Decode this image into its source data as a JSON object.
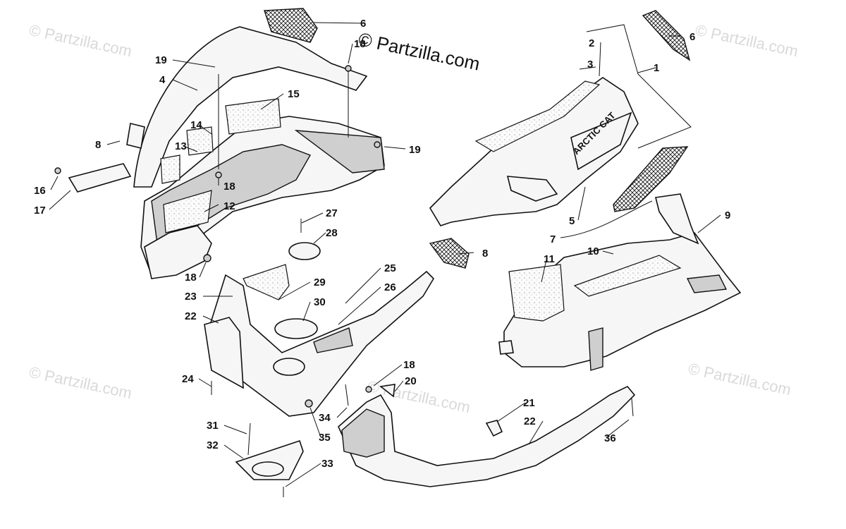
{
  "brand": "© Partzilla.com",
  "watermark": "© Partzilla.com",
  "decal_text": "ARCTIC CAT",
  "callouts": [
    {
      "id": "c1",
      "label": "1"
    },
    {
      "id": "c2",
      "label": "2"
    },
    {
      "id": "c3",
      "label": "3"
    },
    {
      "id": "c4",
      "label": "4"
    },
    {
      "id": "c5",
      "label": "5"
    },
    {
      "id": "c6a",
      "label": "6"
    },
    {
      "id": "c6b",
      "label": "6"
    },
    {
      "id": "c7",
      "label": "7"
    },
    {
      "id": "c8a",
      "label": "8"
    },
    {
      "id": "c8b",
      "label": "8"
    },
    {
      "id": "c9",
      "label": "9"
    },
    {
      "id": "c10",
      "label": "10"
    },
    {
      "id": "c11",
      "label": "11"
    },
    {
      "id": "c12",
      "label": "12"
    },
    {
      "id": "c13",
      "label": "13"
    },
    {
      "id": "c14",
      "label": "14"
    },
    {
      "id": "c15",
      "label": "15"
    },
    {
      "id": "c16",
      "label": "16"
    },
    {
      "id": "c17",
      "label": "17"
    },
    {
      "id": "c18a",
      "label": "18"
    },
    {
      "id": "c18b",
      "label": "18"
    },
    {
      "id": "c18c",
      "label": "18"
    },
    {
      "id": "c18d",
      "label": "18"
    },
    {
      "id": "c19a",
      "label": "19"
    },
    {
      "id": "c19b",
      "label": "19"
    },
    {
      "id": "c20",
      "label": "20"
    },
    {
      "id": "c21",
      "label": "21"
    },
    {
      "id": "c22a",
      "label": "22"
    },
    {
      "id": "c22b",
      "label": "22"
    },
    {
      "id": "c23",
      "label": "23"
    },
    {
      "id": "c24",
      "label": "24"
    },
    {
      "id": "c25",
      "label": "25"
    },
    {
      "id": "c26",
      "label": "26"
    },
    {
      "id": "c27",
      "label": "27"
    },
    {
      "id": "c28",
      "label": "28"
    },
    {
      "id": "c29",
      "label": "29"
    },
    {
      "id": "c30",
      "label": "30"
    },
    {
      "id": "c31",
      "label": "31"
    },
    {
      "id": "c32",
      "label": "32"
    },
    {
      "id": "c33",
      "label": "33"
    },
    {
      "id": "c34",
      "label": "34"
    },
    {
      "id": "c35",
      "label": "35"
    },
    {
      "id": "c36",
      "label": "36"
    }
  ]
}
